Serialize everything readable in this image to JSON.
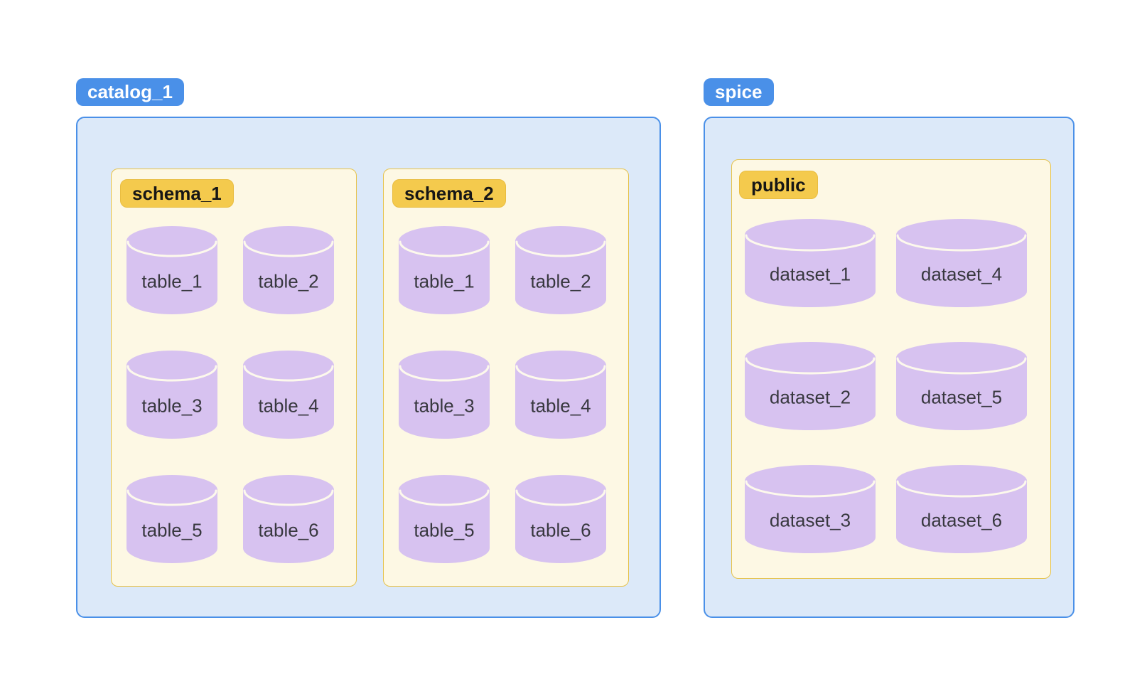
{
  "colors": {
    "page_bg": "#ffffff",
    "catalog_badge_bg": "#4a90e8",
    "catalog_badge_text": "#ffffff",
    "catalog_box_fill": "#dce9f9",
    "catalog_box_border": "#4a90e8",
    "schema_badge_bg": "#f4ca4d",
    "schema_badge_text": "#161616",
    "schema_badge_border": "#e9bd41",
    "schema_box_fill": "#fdf8e4",
    "schema_box_border": "#e6c24a",
    "cylinder_fill": "#d7c2f0",
    "cylinder_seam": "#fdf9ec",
    "label_text": "#38383f"
  },
  "groups": [
    {
      "badge": "catalog_1",
      "boxes": [
        {
          "badge": "schema_1",
          "items": [
            "table_1",
            "table_2",
            "table_3",
            "table_4",
            "table_5",
            "table_6"
          ]
        },
        {
          "badge": "schema_2",
          "items": [
            "table_1",
            "table_2",
            "table_3",
            "table_4",
            "table_5",
            "table_6"
          ]
        }
      ]
    },
    {
      "badge": "spice",
      "boxes": [
        {
          "badge": "public",
          "items": [
            "dataset_1",
            "dataset_4",
            "dataset_2",
            "dataset_5",
            "dataset_3",
            "dataset_6"
          ]
        }
      ]
    }
  ]
}
